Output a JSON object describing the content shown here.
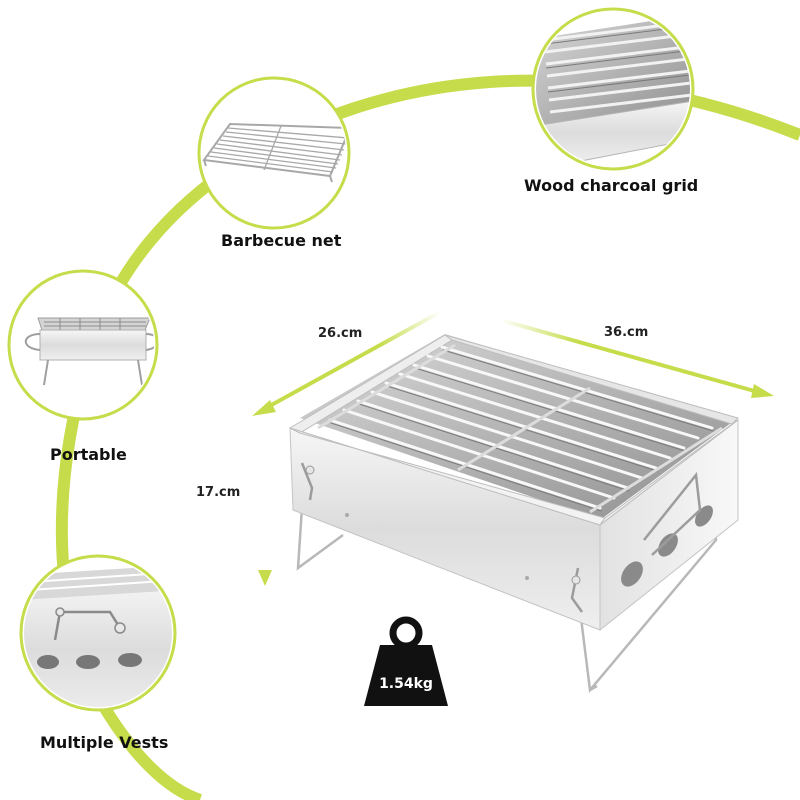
{
  "theme": {
    "accent": "#c6dc4a",
    "steel_light": "#ececec",
    "steel_mid": "#c9c9c9",
    "steel_dark": "#9a9a9a",
    "weight_fill": "#111111"
  },
  "features": [
    {
      "id": "barbecue-net",
      "label": "Barbecue net"
    },
    {
      "id": "wood-charcoal-grid",
      "label": "Wood charcoal grid"
    },
    {
      "id": "portable",
      "label": "Portable"
    },
    {
      "id": "multiple-vests",
      "label": "Multiple Vests"
    }
  ],
  "dimensions": {
    "width": "26.cm",
    "length": "36.cm",
    "height": "17.cm"
  },
  "weight": {
    "value": "1.54kg",
    "icon": "weight-icon"
  }
}
